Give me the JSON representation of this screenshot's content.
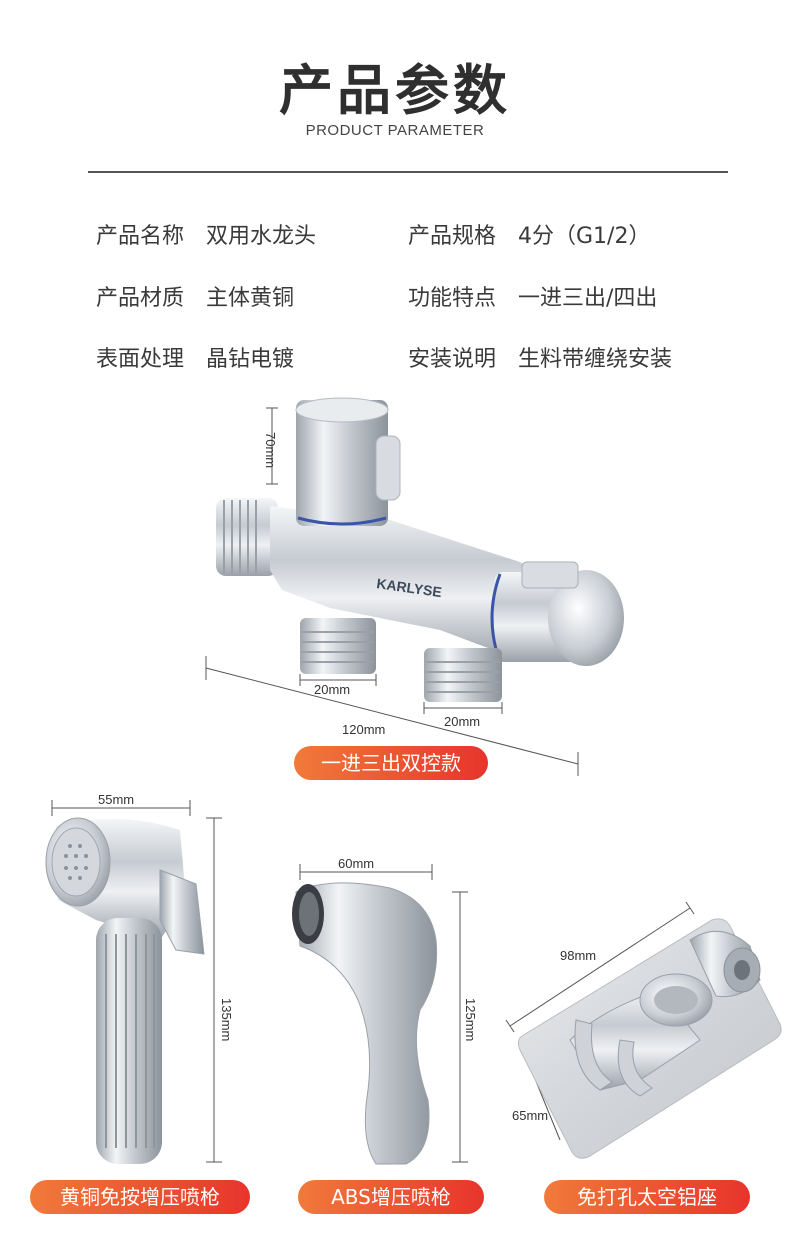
{
  "header": {
    "title": "产品参数",
    "subtitle": "PRODUCT PARAMETER"
  },
  "specs": [
    {
      "key": "产品名称",
      "value": "双用水龙头"
    },
    {
      "key": "产品规格",
      "value": "4分（G1/2）"
    },
    {
      "key": "产品材质",
      "value": "主体黄铜"
    },
    {
      "key": "功能特点",
      "value": "一进三出/四出"
    },
    {
      "key": "表面处理",
      "value": "晶钻电镀"
    },
    {
      "key": "安装说明",
      "value": "生料带缠绕安装"
    }
  ],
  "valve": {
    "brand": "KARLYSE",
    "dim_height": "70mm",
    "dim_outlet1": "20mm",
    "dim_outlet2": "20mm",
    "dim_length": "120mm",
    "label": "一进三出双控款"
  },
  "sprayer_brass": {
    "dim_width": "55mm",
    "dim_height": "135mm",
    "label": "黄铜免按增压喷枪"
  },
  "sprayer_abs": {
    "dim_width": "60mm",
    "dim_height": "125mm",
    "label": "ABS增压喷枪"
  },
  "holder": {
    "dim_width": "98mm",
    "dim_height": "65mm",
    "label": "免打孔太空铝座"
  },
  "colors": {
    "pill_start": "#f07a3a",
    "pill_end": "#e8342c",
    "chrome": "#c8ccd2"
  }
}
